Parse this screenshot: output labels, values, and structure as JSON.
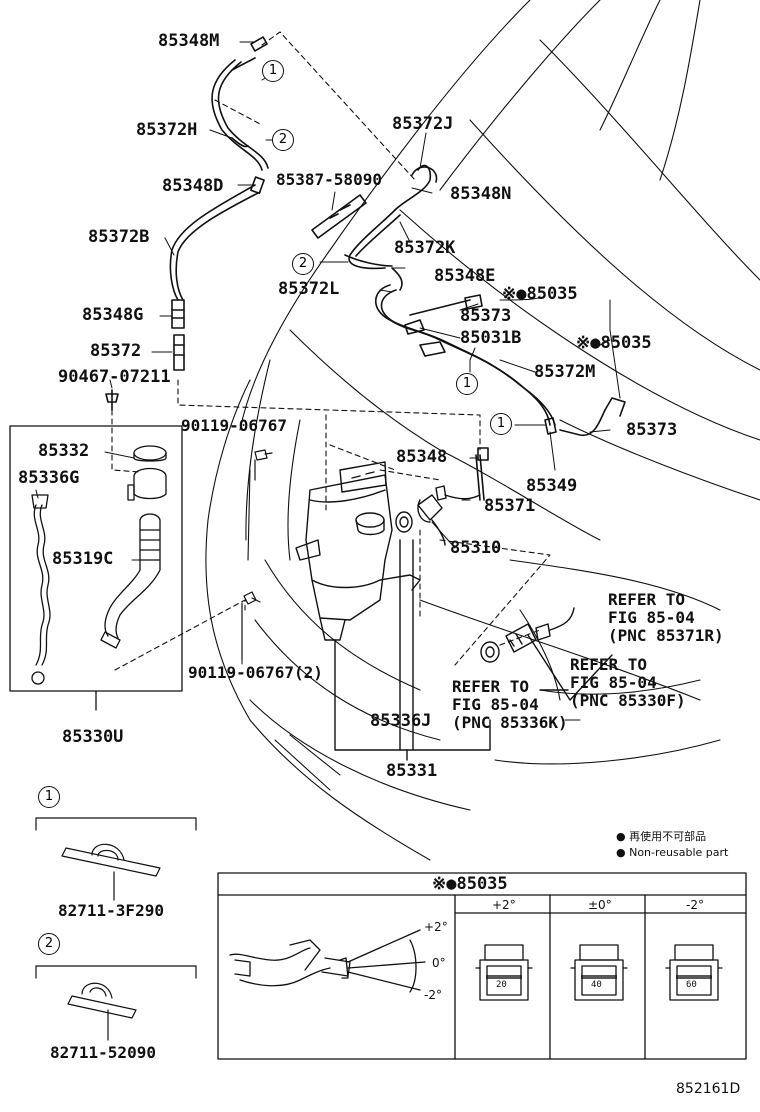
{
  "diagram_id": "852161D",
  "parts": [
    {
      "id": "p1",
      "label": "85348M"
    },
    {
      "id": "p2",
      "label": "85372H"
    },
    {
      "id": "p3",
      "label": "85348D"
    },
    {
      "id": "p4",
      "label": "85372B"
    },
    {
      "id": "p5",
      "label": "85348G"
    },
    {
      "id": "p6",
      "label": "85372"
    },
    {
      "id": "p7",
      "label": "90467-07211"
    },
    {
      "id": "p8",
      "label": "85332"
    },
    {
      "id": "p9",
      "label": "85336G"
    },
    {
      "id": "p10",
      "label": "85319C"
    },
    {
      "id": "p11",
      "label": "85330U"
    },
    {
      "id": "p12",
      "label": "85372J"
    },
    {
      "id": "p13",
      "label": "85387-58090"
    },
    {
      "id": "p14",
      "label": "85348N"
    },
    {
      "id": "p15",
      "label": "85372K"
    },
    {
      "id": "p16",
      "label": "85348E"
    },
    {
      "id": "p17",
      "label": "85372L"
    },
    {
      "id": "p18",
      "label": "※●85035"
    },
    {
      "id": "p19",
      "label": "85373"
    },
    {
      "id": "p20",
      "label": "85031B"
    },
    {
      "id": "p21",
      "label": "※●85035"
    },
    {
      "id": "p22",
      "label": "85372M"
    },
    {
      "id": "p23",
      "label": "85373"
    },
    {
      "id": "p24",
      "label": "90119-06767"
    },
    {
      "id": "p25",
      "label": "85348"
    },
    {
      "id": "p26",
      "label": "85349"
    },
    {
      "id": "p27",
      "label": "85371"
    },
    {
      "id": "p28",
      "label": "85310"
    },
    {
      "id": "p29",
      "label": "90119-06767(2)"
    },
    {
      "id": "p30",
      "label": "85336J"
    },
    {
      "id": "p31",
      "label": "85331"
    },
    {
      "id": "p32",
      "label": "82711-3F290"
    },
    {
      "id": "p33",
      "label": "82711-52090"
    }
  ],
  "callouts": [
    {
      "id": "c1",
      "text": "1"
    },
    {
      "id": "c2",
      "text": "2"
    },
    {
      "id": "c3",
      "text": "2"
    },
    {
      "id": "c4",
      "text": "1"
    },
    {
      "id": "c5",
      "text": "1"
    },
    {
      "id": "c6",
      "text": "1"
    },
    {
      "id": "c7",
      "text": "2"
    }
  ],
  "notes": [
    {
      "id": "n1",
      "text": "REFER TO\nFIG 85-04\n(PNC 85371R)"
    },
    {
      "id": "n2",
      "text": "REFER TO\nFIG 85-04\n(PNC 85330F)"
    },
    {
      "id": "n3",
      "text": "REFER TO\nFIG 85-04\n(PNC 85336K)"
    }
  ],
  "legend": {
    "jp": "● 再使用不可部品",
    "en": "● Non-reusable part"
  },
  "inset": {
    "title": "※●85035",
    "angles": [
      "+2°",
      "0°",
      "-2°"
    ],
    "columns": [
      "+2°",
      "±0°",
      "-2°"
    ],
    "codes": [
      "20",
      "40",
      "60"
    ]
  }
}
